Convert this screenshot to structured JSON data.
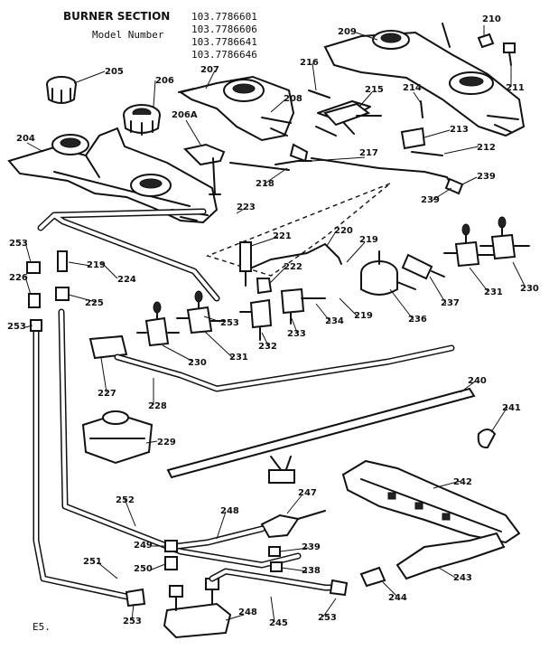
{
  "header": {
    "title": "BURNER SECTION",
    "model_label": "Model Number",
    "model_numbers": [
      "103.7786601",
      "103.7786606",
      "103.7786641",
      "103.7786646"
    ]
  },
  "footer": {
    "page_code": "E5."
  },
  "callouts": [
    {
      "id": "c205",
      "text": "205"
    },
    {
      "id": "c206",
      "text": "206"
    },
    {
      "id": "c204",
      "text": "204"
    },
    {
      "id": "c207",
      "text": "207"
    },
    {
      "id": "c208a",
      "text": "208"
    },
    {
      "id": "c206A",
      "text": "206A"
    },
    {
      "id": "c209",
      "text": "209"
    },
    {
      "id": "c210",
      "text": "210"
    },
    {
      "id": "c211",
      "text": "211"
    },
    {
      "id": "c216",
      "text": "216"
    },
    {
      "id": "c215",
      "text": "215"
    },
    {
      "id": "c214",
      "text": "214"
    },
    {
      "id": "c213",
      "text": "213"
    },
    {
      "id": "c212",
      "text": "212"
    },
    {
      "id": "c217",
      "text": "217"
    },
    {
      "id": "c218a",
      "text": "218"
    },
    {
      "id": "c239a",
      "text": "239"
    },
    {
      "id": "c239b",
      "text": "239"
    },
    {
      "id": "c223",
      "text": "223"
    },
    {
      "id": "c221",
      "text": "221"
    },
    {
      "id": "c220",
      "text": "220"
    },
    {
      "id": "c219a",
      "text": "219"
    },
    {
      "id": "c222",
      "text": "222"
    },
    {
      "id": "c253a",
      "text": "253"
    },
    {
      "id": "c219b",
      "text": "219"
    },
    {
      "id": "c226",
      "text": "226"
    },
    {
      "id": "c224",
      "text": "224"
    },
    {
      "id": "c225",
      "text": "225"
    },
    {
      "id": "c253b",
      "text": "253"
    },
    {
      "id": "c253c",
      "text": "253"
    },
    {
      "id": "c232",
      "text": "232"
    },
    {
      "id": "c233",
      "text": "233"
    },
    {
      "id": "c234",
      "text": "234"
    },
    {
      "id": "c219c",
      "text": "219"
    },
    {
      "id": "c236",
      "text": "236"
    },
    {
      "id": "c237",
      "text": "237"
    },
    {
      "id": "c231a",
      "text": "231"
    },
    {
      "id": "c230a",
      "text": "230"
    },
    {
      "id": "c230b",
      "text": "230"
    },
    {
      "id": "c231b",
      "text": "231"
    },
    {
      "id": "c227",
      "text": "227"
    },
    {
      "id": "c228",
      "text": "228"
    },
    {
      "id": "c240",
      "text": "240"
    },
    {
      "id": "c241",
      "text": "241"
    },
    {
      "id": "c229",
      "text": "229"
    },
    {
      "id": "c242",
      "text": "242"
    },
    {
      "id": "c252",
      "text": "252"
    },
    {
      "id": "c247",
      "text": "247"
    },
    {
      "id": "c248a",
      "text": "248"
    },
    {
      "id": "c249",
      "text": "249"
    },
    {
      "id": "c239c",
      "text": "239"
    },
    {
      "id": "c250",
      "text": "250"
    },
    {
      "id": "c238",
      "text": "238"
    },
    {
      "id": "c243",
      "text": "243"
    },
    {
      "id": "c251",
      "text": "251"
    },
    {
      "id": "c244",
      "text": "244"
    },
    {
      "id": "c248b",
      "text": "248"
    },
    {
      "id": "c245",
      "text": "245"
    },
    {
      "id": "c253d",
      "text": "253"
    },
    {
      "id": "c253e",
      "text": "253"
    }
  ]
}
